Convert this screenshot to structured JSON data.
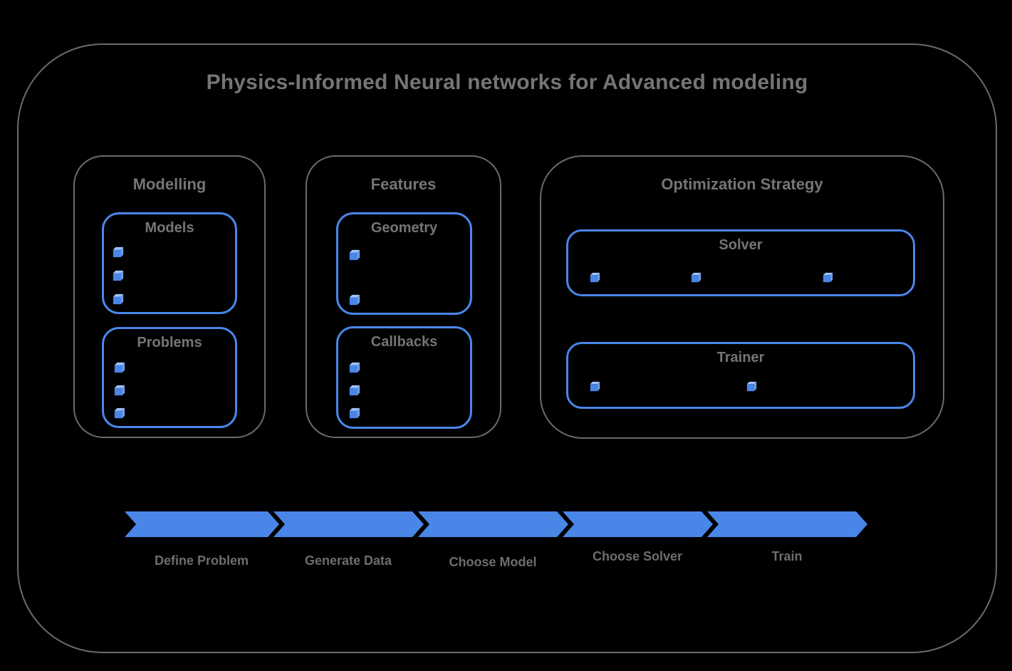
{
  "colors": {
    "background": "#000000",
    "blue": "#4a86e8",
    "gray_border": "#6b6b6b",
    "title_text": "#757575",
    "label_text": "#6d6d6d",
    "cube_front": "#4a86e8",
    "cube_top": "#a4c2f4",
    "cube_side": "#6d9eeb"
  },
  "title": "Physics-Informed Neural networks for Advanced modeling",
  "sections": [
    {
      "title": "Modelling",
      "groups": [
        {
          "title": "Models",
          "bullet_count": 3
        },
        {
          "title": "Problems",
          "bullet_count": 3
        }
      ]
    },
    {
      "title": "Features",
      "groups": [
        {
          "title": "Geometry",
          "bullet_count": 2
        },
        {
          "title": "Callbacks",
          "bullet_count": 3
        }
      ]
    },
    {
      "title": "Optimization Strategy",
      "groups": [
        {
          "title": "Solver",
          "bullet_count": 3
        },
        {
          "title": "Trainer",
          "bullet_count": 2
        }
      ]
    }
  ],
  "flow_steps": [
    {
      "label": "Define Problem"
    },
    {
      "label": "Generate Data"
    },
    {
      "label": "Choose Model"
    },
    {
      "label": "Choose Solver"
    },
    {
      "label": "Train"
    }
  ]
}
